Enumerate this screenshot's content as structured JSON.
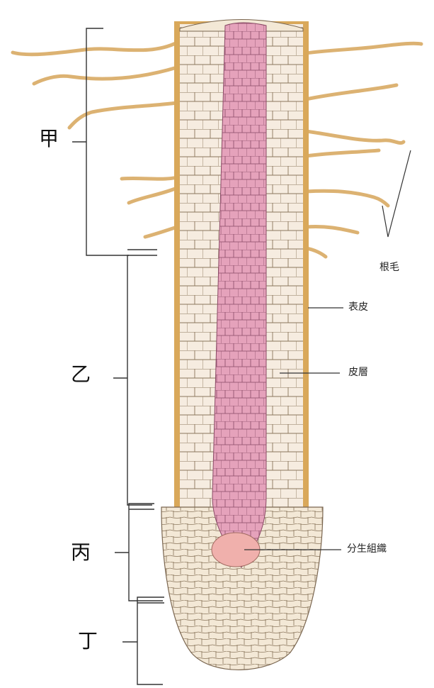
{
  "zones": {
    "jia": "甲",
    "yi": "乙",
    "bing": "丙",
    "ding": "丁"
  },
  "parts": {
    "root_hair": "根毛",
    "epidermis": "表皮",
    "cortex": "皮層",
    "meristem": "分生組織"
  },
  "colors": {
    "epidermis": "#d9a85a",
    "cortex": "#f6ece0",
    "cell_line": "#7a6650",
    "vascular": "#e39bb5",
    "meristem": "#f0b0ac",
    "root_hair": "#dcb272"
  }
}
